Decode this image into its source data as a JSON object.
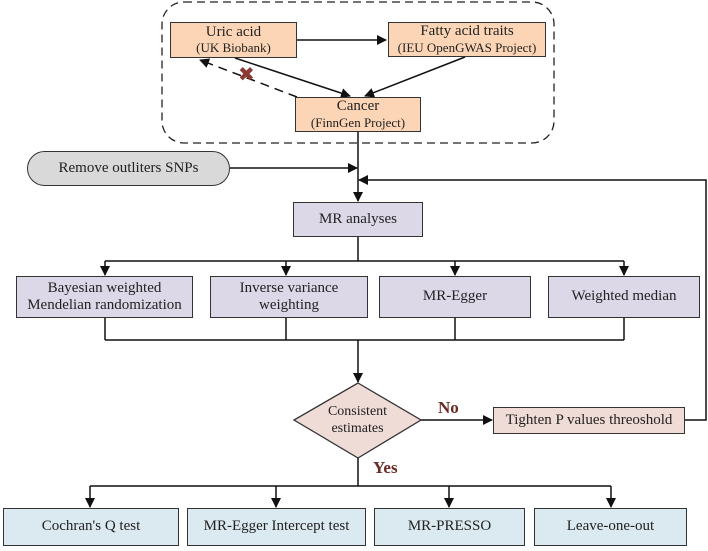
{
  "study_design": {
    "exposure": {
      "title": "Uric acid",
      "source": "(UK Biobank)"
    },
    "mediator": {
      "title": "Fatty acid traits",
      "source": "(IEU OpenGWAS Project)"
    },
    "outcome": {
      "title": "Cancer",
      "source": "(FinnGen Project)"
    },
    "reverse_path_marker": "✖"
  },
  "preprocessing": {
    "label": "Remove outliters SNPs"
  },
  "analysis": {
    "label": "MR analyses"
  },
  "methods": [
    {
      "label_line1": "Bayesian weighted",
      "label_line2": "Mendelian randomization"
    },
    {
      "label_line1": "Inverse variance",
      "label_line2": "weighting"
    },
    {
      "label_line1": "MR-Egger",
      "label_line2": ""
    },
    {
      "label_line1": "Weighted median",
      "label_line2": ""
    }
  ],
  "decision": {
    "line1": "Consistent",
    "line2": "estimates",
    "no_label": "No",
    "yes_label": "Yes"
  },
  "feedback": {
    "label": "Tighten P values threoshold"
  },
  "sensitivity_tests": [
    {
      "label": "Cochran's Q test"
    },
    {
      "label": "MR-Egger Intercept test"
    },
    {
      "label": "MR-PRESSO"
    },
    {
      "label": "Leave-one-out"
    }
  ],
  "colors": {
    "design_fill": "#fbd5b5",
    "method_fill": "#dcd8e8",
    "decision_fill": "#f0dcd6",
    "test_fill": "#dbe9f0",
    "accent_text": "#6b2a26",
    "cross_mark": "#8b3a34"
  }
}
